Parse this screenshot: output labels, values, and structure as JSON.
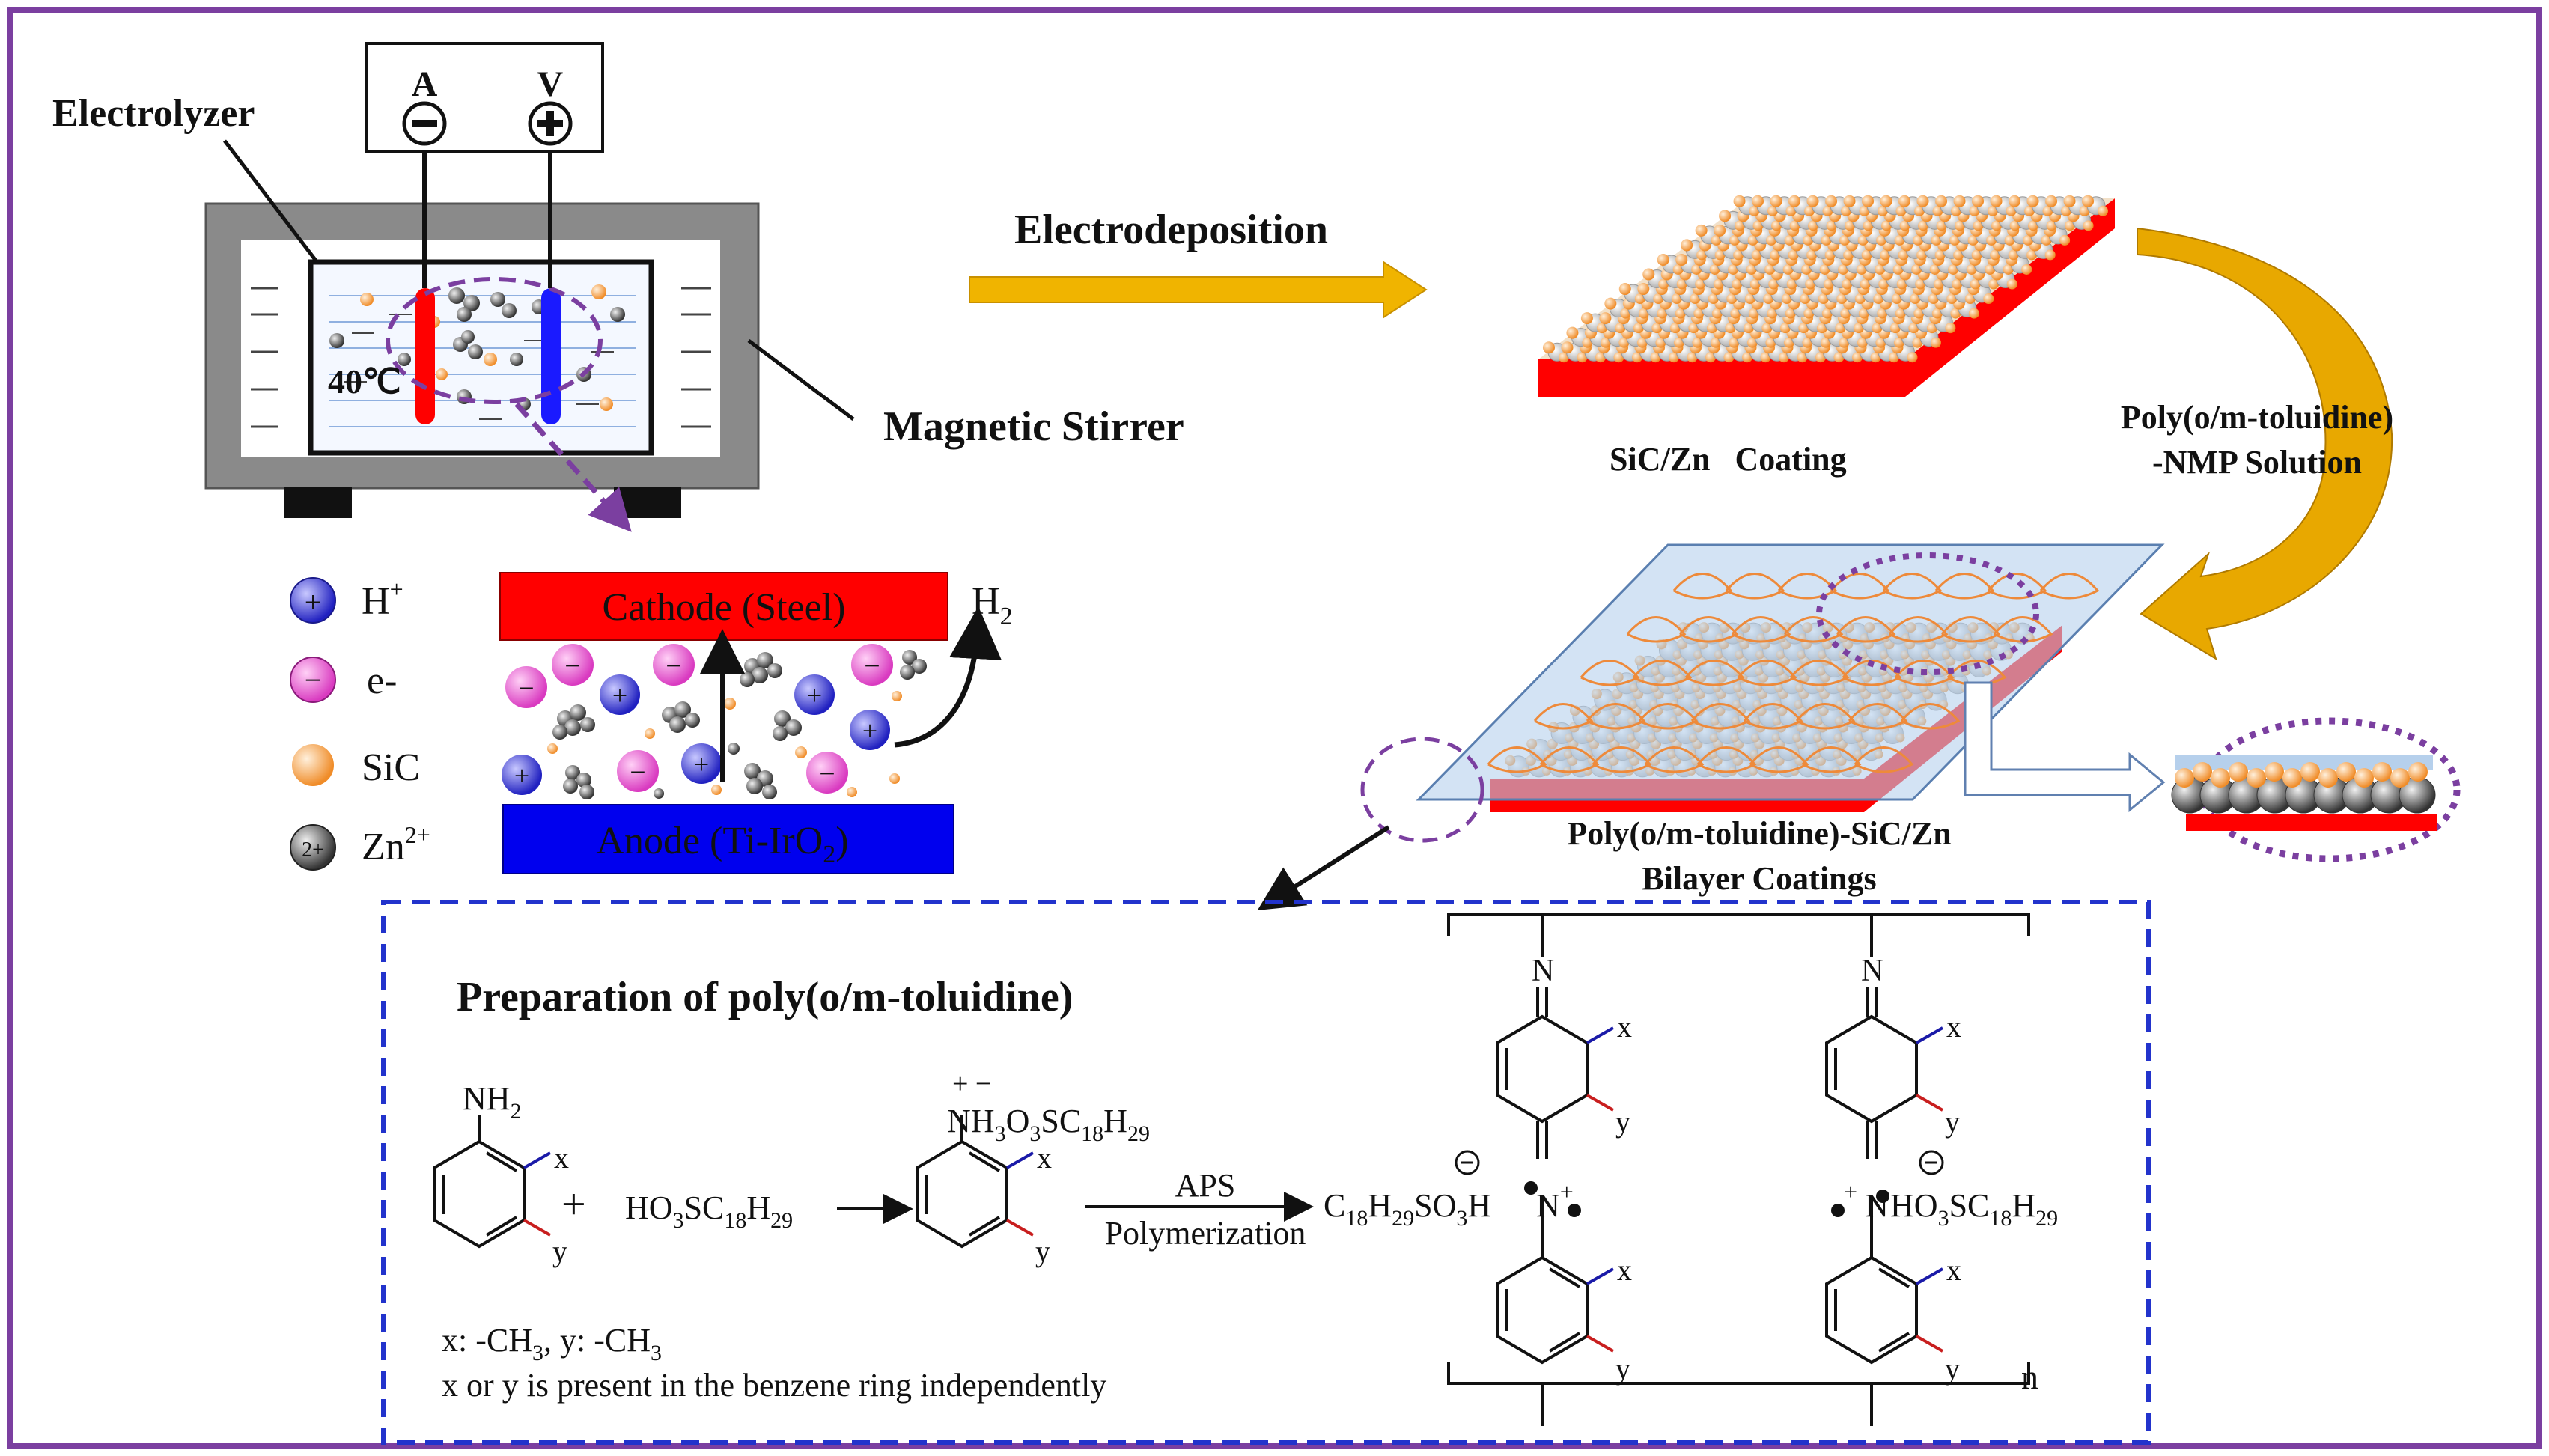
{
  "labels": {
    "electrolyzer": "Electrolyzer",
    "meter_a": "A",
    "meter_v": "V",
    "temperature": "40℃",
    "magnetic_stirrer": "Magnetic Stirrer",
    "electrodeposition": "Electrodeposition",
    "sic_zn_coating": "SiC/Zn   Coating",
    "pomt_solution_1": "Poly(o/m-toluidine)",
    "pomt_solution_2": "-NMP Solution",
    "bilayer_1": "Poly(o/m-toluidine)-SiC/Zn",
    "bilayer_2": "Bilayer Coatings",
    "cathode": "Cathode (Steel)",
    "anode_main": "Anode (Ti-IrO",
    "anode_sub": "2",
    "anode_close": ")",
    "h2_main": "H",
    "h2_sub": "2"
  },
  "legend": [
    {
      "color": "#3b3bd8",
      "sign": "+",
      "label": "H",
      "sup": "+"
    },
    {
      "color": "#e84fd0",
      "sign": "−",
      "label": "e-",
      "sup": ""
    },
    {
      "color": "#f5a24a",
      "sign": "",
      "label": "SiC",
      "sup": ""
    },
    {
      "color": "#555555",
      "sign": "2+",
      "label": "Zn",
      "sup": "2+"
    }
  ],
  "prep": {
    "title": "Preparation of poly(o/m-toluidine)",
    "nh2": "NH",
    "nh2_sub": "2",
    "x": "x",
    "y": "y",
    "plus": "+",
    "reagent_a": "HO",
    "reagent_b": "3",
    "reagent_c": "SC",
    "reagent_d": "18",
    "reagent_e": "H",
    "reagent_f": "29",
    "salt_charge": "+ −",
    "salt_a": "NH",
    "salt_b": "3",
    "salt_c": "O",
    "salt_d": "3",
    "salt_e": "SC",
    "salt_f": "18",
    "salt_g": "H",
    "salt_h": "29",
    "aps": "APS",
    "polymerization": "Polymerization",
    "left_dopant_a": "C",
    "left_dopant_b": "18",
    "left_dopant_c": "H",
    "left_dopant_d": "29",
    "left_dopant_e": "SO",
    "left_dopant_f": "3",
    "left_dopant_g": "H",
    "right_dopant_a": "HO",
    "right_dopant_b": "3",
    "right_dopant_c": "SC",
    "right_dopant_d": "18",
    "right_dopant_e": "H",
    "right_dopant_f": "29",
    "n_atom": "N",
    "n_repeat": "n",
    "note_1a": "x: -CH",
    "note_1b": "3",
    "note_1c": ", y: -CH",
    "note_1d": "3",
    "note_2": "x or y is present in the benzene ring independently"
  },
  "colors": {
    "frame": "#7b3fa0",
    "cathode": "#ff0000",
    "anode": "#0000ff",
    "arrow": "#f0b400",
    "dashed_box": "#2233cc",
    "x_sub": "#1a1aa8",
    "y_sub": "#c81e1e"
  }
}
